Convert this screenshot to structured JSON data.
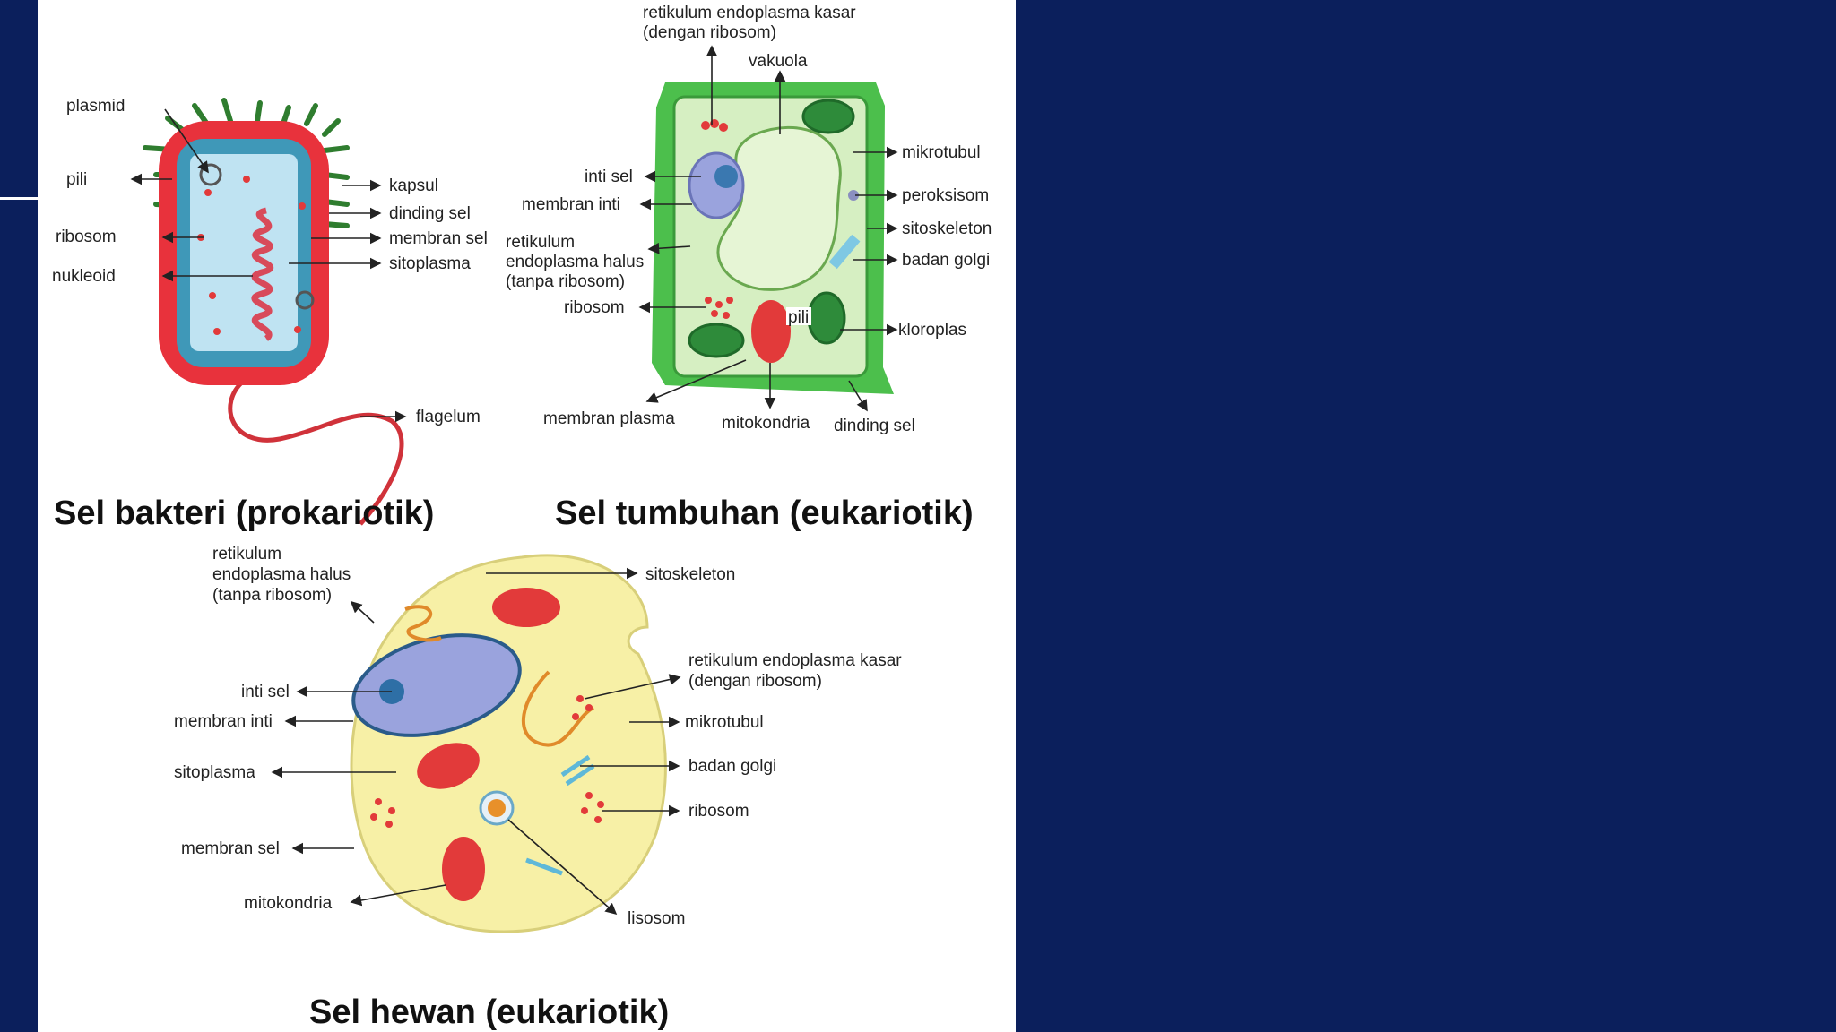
{
  "colors": {
    "background": "#0b1f5c",
    "panel": "#ffffff",
    "bacteria_wall": "#e8323c",
    "bacteria_cytoplasm": "#bfe3f2",
    "plant_wall": "#4cbf4c",
    "plant_cytoplasm": "#d6efc2",
    "animal_cytoplasm": "#f7f0a6",
    "nucleus": "#9aa3dd",
    "mitochondria": "#e23a3a"
  },
  "bacteria": {
    "title": "Sel bakteri (prokariotik)",
    "labels": {
      "plasmid": "plasmid",
      "pili": "pili",
      "ribosom": "ribosom",
      "nukleoid": "nukleoid",
      "kapsul": "kapsul",
      "dinding_sel": "dinding sel",
      "membran_sel": "membran sel",
      "sitoplasma": "sitoplasma",
      "flagelum": "flagelum"
    }
  },
  "plant": {
    "title": "Sel tumbuhan (eukariotik)",
    "labels": {
      "rek_kasar_1": "retikulum endoplasma kasar",
      "rek_kasar_2": "(dengan ribosom)",
      "vakuola": "vakuola",
      "mikrotubul": "mikrotubul",
      "inti_sel": "inti sel",
      "peroksisom": "peroksisom",
      "membran_inti": "membran inti",
      "sitoskeleton": "sitoskeleton",
      "reh_1": "retikulum",
      "reh_2": "endoplasma halus",
      "reh_3": "(tanpa ribosom)",
      "badan_golgi": "badan golgi",
      "ribosom": "ribosom",
      "pili": "pili",
      "kloroplas": "kloroplas",
      "membran_plasma": "membran plasma",
      "mitokondria": "mitokondria",
      "dinding_sel": "dinding sel"
    }
  },
  "animal": {
    "title": "Sel hewan (eukariotik)",
    "labels": {
      "reh_1": "retikulum",
      "reh_2": "endoplasma halus",
      "reh_3": "(tanpa ribosom)",
      "sitoskeleton": "sitoskeleton",
      "rek_1": "retikulum endoplasma kasar",
      "rek_2": "(dengan ribosom)",
      "inti_sel": "inti sel",
      "membran_inti": "membran inti",
      "mikrotubul": "mikrotubul",
      "sitoplasma": "sitoplasma",
      "badan_golgi": "badan golgi",
      "ribosom": "ribosom",
      "membran_sel": "membran sel",
      "mitokondria": "mitokondria",
      "lisosom": "lisosom"
    }
  }
}
